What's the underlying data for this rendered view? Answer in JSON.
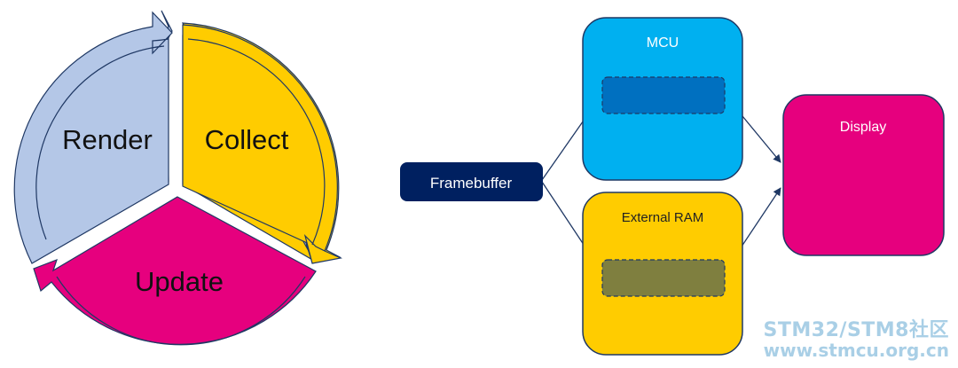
{
  "cycle": {
    "segments": {
      "render": {
        "label": "Render",
        "fill": "#b4c7e7"
      },
      "collect": {
        "label": "Collect",
        "fill": "#ffcc00"
      },
      "update": {
        "label": "Update",
        "fill": "#e6007e"
      }
    },
    "outline": "#1f3864"
  },
  "flow": {
    "source": {
      "label": "Framebuffer",
      "fill": "#002060"
    },
    "mcu": {
      "label": "MCU",
      "fill": "#00b0f0",
      "inner_fill": "#0070c0"
    },
    "external_ram": {
      "label": "External RAM",
      "fill": "#ffcc00",
      "inner_fill": "#7f7f3f"
    },
    "display": {
      "label": "Display",
      "fill": "#e6007e"
    },
    "arrow_color": "#1f3864"
  },
  "watermark": {
    "line1": "STM32/STM8社区",
    "line2": "www.stmcu.org.cn"
  }
}
